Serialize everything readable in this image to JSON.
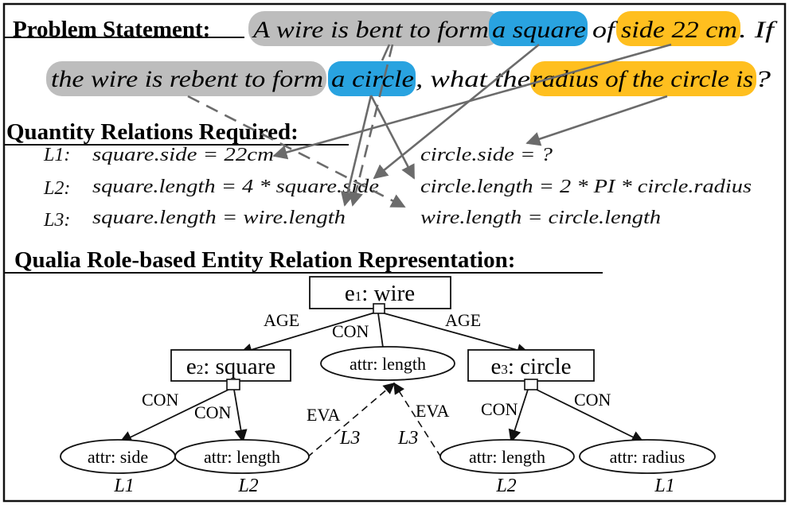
{
  "problem": {
    "heading": "Problem Statement:",
    "line1": {
      "seg1": "A wire is bent to form",
      "seg2": "a square",
      "seg3": "of",
      "seg4": "side 22 cm",
      "seg5": ". If"
    },
    "line2": {
      "seg1": "the wire is rebent to form",
      "seg2": "a circle",
      "seg3": ", what the",
      "seg4": "radius of the circle is",
      "seg5": "?"
    },
    "highlight_colors": {
      "gray": "#bdbdbd",
      "blue": "#29a3e0",
      "orange": "#ffbf1f"
    }
  },
  "relations": {
    "heading": "Quantity Relations Required:",
    "rows": [
      {
        "label": "L1:",
        "left": "square.side = 22cm",
        "right": "circle.side = ?"
      },
      {
        "label": "L2:",
        "left": "square.length = 4 * square.side",
        "right": "circle.length = 2 * PI * circle.radius"
      },
      {
        "label": "L3:",
        "left": "square.length = wire.length",
        "right": "wire.length = circle.length"
      }
    ]
  },
  "representation": {
    "heading": "Qualia Role-based Entity Relation Representation:",
    "entities": {
      "e1": {
        "prefix": "e",
        "sub": "1",
        "name": ": wire"
      },
      "e2": {
        "prefix": "e",
        "sub": "2",
        "name": ": square"
      },
      "e3": {
        "prefix": "e",
        "sub": "3",
        "name": ": circle"
      }
    },
    "attributes": {
      "wire_length": "attr: length",
      "square_side": "attr: side",
      "square_length": "attr: length",
      "circle_length": "attr: length",
      "circle_radius": "attr: radius"
    },
    "edge_labels": {
      "age_left": "AGE",
      "age_right": "AGE",
      "con_wire": "CON",
      "con_square_side": "CON",
      "con_square_length": "CON",
      "con_circle_length": "CON",
      "con_circle_radius": "CON",
      "eva_left": "EVA",
      "eva_right": "EVA",
      "l3_left": "L3",
      "l3_right": "L3"
    },
    "equation_labels": {
      "square_side": "L1",
      "square_length": "L2",
      "circle_length": "L2",
      "circle_radius": "L1"
    }
  }
}
